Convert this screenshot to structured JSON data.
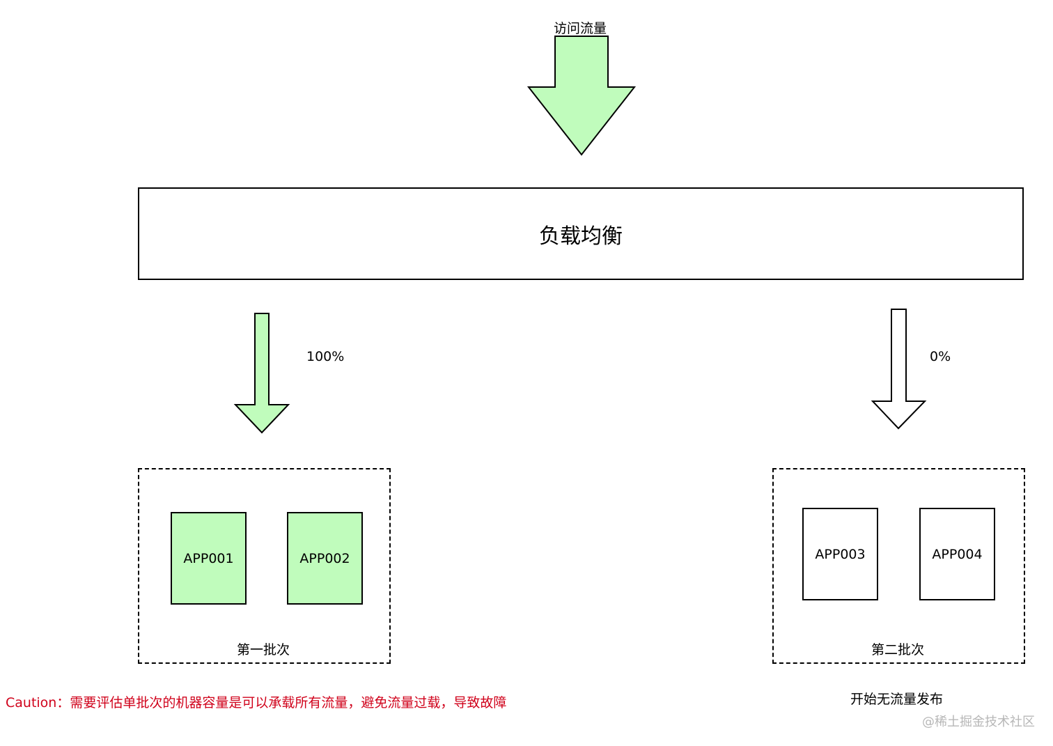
{
  "traffic_label": "访问流量",
  "load_balancer_label": "负载均衡",
  "left_branch": {
    "percent_label": "100%",
    "batch_label": "第一批次",
    "apps": [
      "APP001",
      "APP002"
    ]
  },
  "right_branch": {
    "percent_label": "0%",
    "batch_label": "第二批次",
    "apps": [
      "APP003",
      "APP004"
    ]
  },
  "caution_text": "Caution：需要评估单批次的机器容量是可以承载所有流量，避免流量过载，导致故障",
  "release_note": "开始无流量发布",
  "watermark": "@稀土掘金技术社区",
  "colors": {
    "active_fill": "#c0fcbc",
    "inactive_fill": "#ffffff",
    "caution_text": "#d0021b",
    "watermark": "#b7b7b7"
  }
}
